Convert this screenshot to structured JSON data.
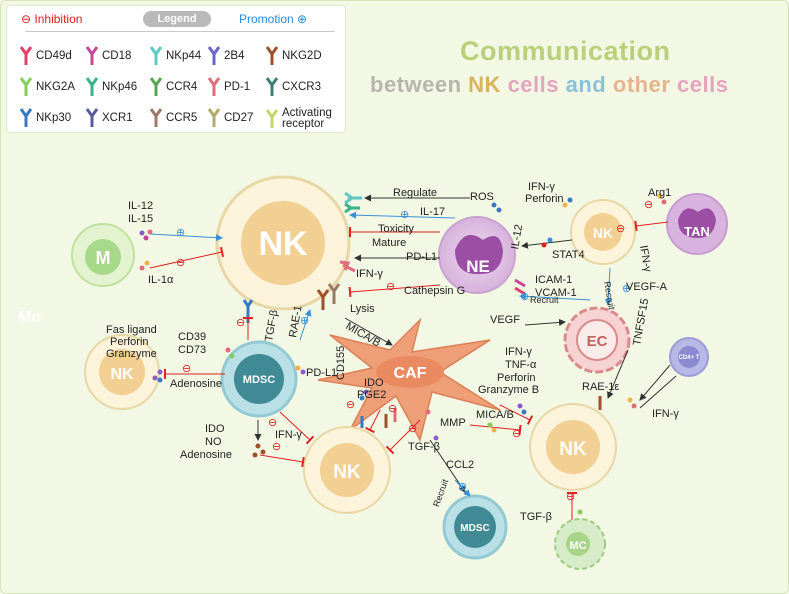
{
  "legend": {
    "inhibition": "⊖ Inhibition",
    "title": "Legend",
    "promotion": "Promotion ⊕",
    "items": [
      {
        "label": "CD49d",
        "color": "#e0406a"
      },
      {
        "label": "CD18",
        "color": "#c4489a"
      },
      {
        "label": "NKp44",
        "color": "#5ec9c4"
      },
      {
        "label": "2B4",
        "color": "#6a66c8"
      },
      {
        "label": "NKG2D",
        "color": "#a0502a"
      },
      {
        "label": "NKG2A",
        "color": "#86cc5c"
      },
      {
        "label": "NKp46",
        "color": "#3ab38a"
      },
      {
        "label": "CCR4",
        "color": "#5aa552"
      },
      {
        "label": "PD-1",
        "color": "#e06c7a"
      },
      {
        "label": "CXCR3",
        "color": "#3e7f78"
      },
      {
        "label": "NKp30",
        "color": "#3a78c4"
      },
      {
        "label": "XCR1",
        "color": "#5a5aa0"
      },
      {
        "label": "CCR5",
        "color": "#9a7a66"
      },
      {
        "label": "CD27",
        "color": "#b0aa6a"
      },
      {
        "label": "Activating receptor",
        "color": "#c4d66c"
      }
    ]
  },
  "title": {
    "line1": "Communication",
    "between": "between",
    "nk": "NK",
    "cells1": "cells",
    "and": "and",
    "other": "other",
    "cells2": "cells"
  },
  "cells": {
    "nk_main": "NK",
    "macrophage": "M",
    "mo": "Mo",
    "ne": "NE",
    "nk_ne": "NK",
    "tan": "TAN",
    "ec": "EC",
    "cd4t": "CD4+ T",
    "nk_left": "NK",
    "mdsc": "MDSC",
    "caf": "CAF",
    "nk_bottom": "NK",
    "nk_right": "NK",
    "mdsc_bottom": "MDSC",
    "mc": "MC"
  },
  "labels": {
    "il12": "IL-12",
    "il15": "IL-15",
    "il1a": "IL-1α",
    "regulate": "Regulate",
    "ros": "ROS",
    "il17": "IL-17",
    "toxicity": "Toxicity",
    "mature": "Mature",
    "pdl1_ne": "PD-L1",
    "ifng_ne": "IFN-γ",
    "cathepsin": "Cathepsin G",
    "lysis": "Lysis",
    "mica_b1": "MICA/B",
    "ifng_top": "IFN-γ",
    "perforin_top": "Perforin",
    "il12_ne": "IL-12",
    "stat4": "STAT4",
    "arg1": "Arg1",
    "ifng_tan": "IFN-γ",
    "icam": "ICAM-1",
    "vcam": "VCAM-1",
    "recruit_ec": "Recruit",
    "recruit_ec2": "Recruit",
    "vegfa": "VEGF-A",
    "vegf": "VEGF",
    "tnfsf15": "TNFSF15",
    "tgfb_top": "TGF-β",
    "rae1": "RAE-1",
    "cd155": "CD155",
    "fas": "Fas ligand",
    "perforin_left": "Perforin",
    "granzyme_left": "Granzyme",
    "cd39": "CD39",
    "cd73": "CD73",
    "adenosine_left": "Adenosine",
    "ido_caf": "IDO",
    "pge2": "PGE2",
    "pdl1_mdsc": "PD-L1",
    "ifng_caf": "IFN-γ",
    "tnfa": "TNF-α",
    "perforin_caf": "Perforin",
    "granzymeb": "Granzyme B",
    "rae1e": "RAE-1ε",
    "ido_b": "IDO",
    "no_b": "NO",
    "adenosine_b": "Adenosine",
    "ifng_b": "IFN-γ",
    "tgfb_b": "TGF-β",
    "mmp": "MMP",
    "mica_b2": "MICA/B",
    "ccl2": "CCL2",
    "recruit_b": "Recruit",
    "tgfb_mc": "TGF-β",
    "ifng_right": "IFN-γ"
  }
}
